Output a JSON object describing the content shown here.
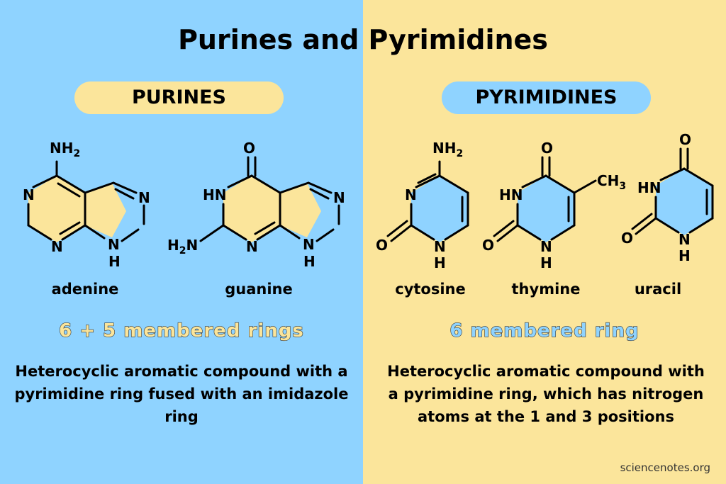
{
  "title": "Purines and Pyrimidines",
  "purines": {
    "header": "PURINES",
    "molecules": [
      {
        "name": "adenine",
        "atoms": {
          "nh2": "NH2",
          "n1": "N",
          "n3": "N",
          "n7": "N",
          "n9": "N",
          "h9": "H"
        }
      },
      {
        "name": "guanine",
        "atoms": {
          "o": "O",
          "hn": "HN",
          "h2n": "H2N",
          "n3": "N",
          "n7": "N",
          "n9": "N",
          "h9": "H"
        }
      }
    ],
    "ring_label": "6 + 5 membered rings",
    "description": "Heterocyclic aromatic compound with a pyrimidine ring fused with an imidazole ring"
  },
  "pyrimidines": {
    "header": "PYRIMIDINES",
    "molecules": [
      {
        "name": "cytosine",
        "atoms": {
          "nh2": "NH2",
          "n3": "N",
          "o": "O",
          "n1": "N",
          "h1": "H"
        }
      },
      {
        "name": "thymine",
        "atoms": {
          "o_top": "O",
          "ch3": "CH3",
          "hn": "HN",
          "o": "O",
          "n1": "N",
          "h1": "H"
        }
      },
      {
        "name": "uracil",
        "atoms": {
          "o_top": "O",
          "hn": "HN",
          "o": "O",
          "n1": "N",
          "h1": "H"
        }
      }
    ],
    "ring_label": "6 membered ring",
    "description": "Heterocyclic aromatic compound with a pyrimidine ring, which has nitrogen atoms at the 1 and 3 positions"
  },
  "colors": {
    "blue": "#8fd3ff",
    "yellow": "#fbe59b"
  },
  "credit": "sciencenotes.org"
}
